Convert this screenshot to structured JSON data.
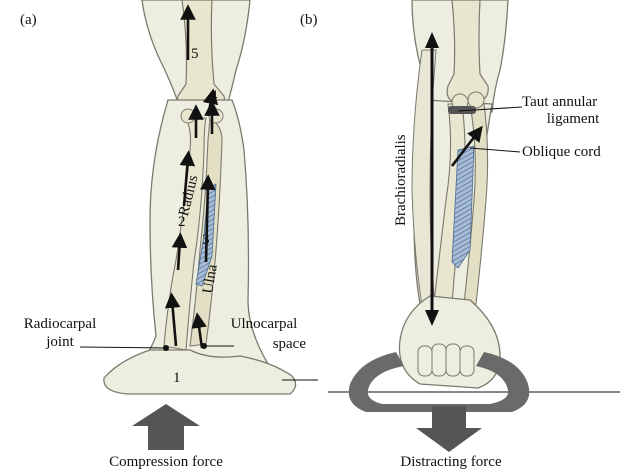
{
  "panels": [
    {
      "id": "a",
      "tag": "(a)",
      "bone_labels": {
        "radius": "Radius",
        "ulna": "Ulna"
      },
      "numbers": [
        "1",
        "2",
        "3",
        "4",
        "5"
      ],
      "callouts": {
        "radiocarpal_line1": "Radiocarpal",
        "radiocarpal_line2": "joint",
        "ulnocarpal_line1": "Ulnocarpal",
        "ulnocarpal_line2": "space"
      },
      "force_label": "Compression force"
    },
    {
      "id": "b",
      "tag": "(b)",
      "muscle_label": "Brachioradialis",
      "callouts": {
        "annular_line1": "Taut annular",
        "annular_line2": "ligament",
        "oblique": "Oblique cord"
      },
      "force_label": "Distracting force"
    }
  ],
  "colors": {
    "limb_fill": "#eeeee0",
    "limb_stroke": "#7a7a6e",
    "bone_fill": "#e9e6cf",
    "membrane_fill": "#8ea7c4",
    "arrow": "#111111",
    "force_arrow": "#555555",
    "handle": "#6a6a6a"
  }
}
